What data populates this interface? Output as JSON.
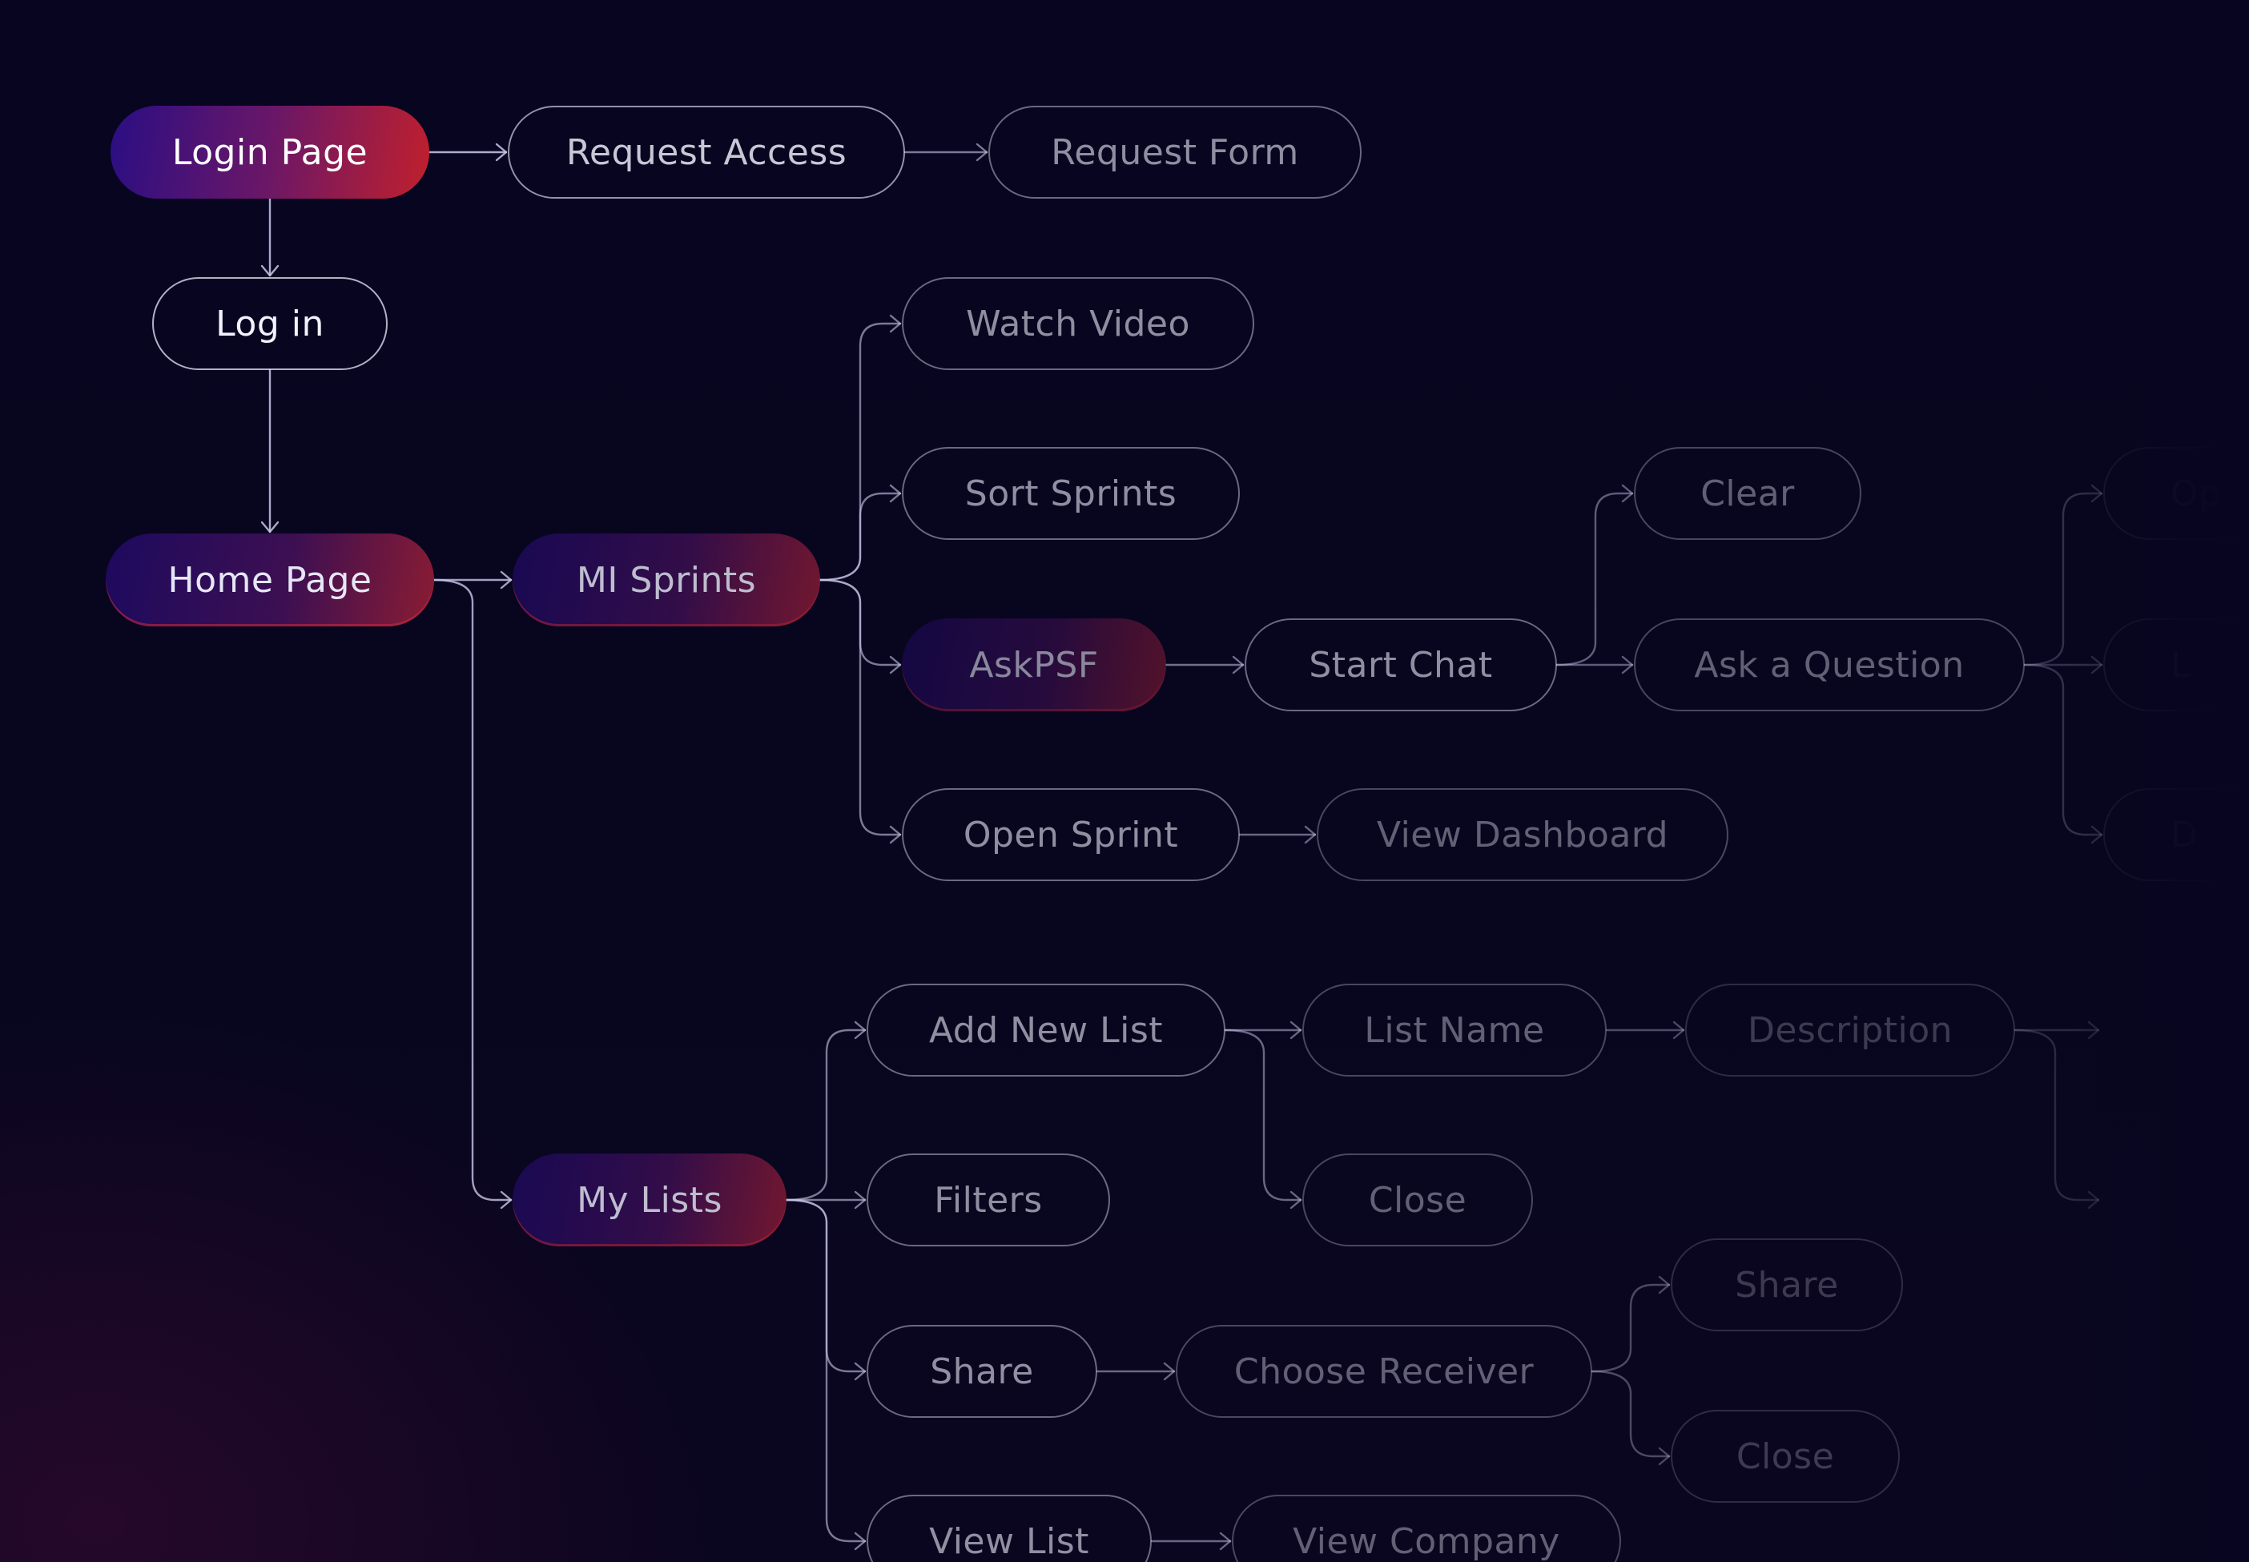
{
  "nodes": {
    "login_page": "Login Page",
    "request_access": "Request Access",
    "request_form": "Request Form",
    "log_in": "Log in",
    "home_page": "Home Page",
    "mi_sprints": "MI Sprints",
    "watch_video": "Watch Video",
    "sort_sprints": "Sort Sprints",
    "askpsf": "AskPSF",
    "start_chat": "Start Chat",
    "clear": "Clear",
    "ask_a_question": "Ask a Question",
    "open_sprint": "Open Sprint",
    "view_dashboard": "View Dashboard",
    "my_lists": "My Lists",
    "add_new_list": "Add New List",
    "list_name": "List Name",
    "description": "Description",
    "close_list": "Close",
    "filters": "Filters",
    "share": "Share",
    "choose_receiver": "Choose Receiver",
    "share_receiver": "Share",
    "close_receiver": "Close",
    "view_list": "View List",
    "view_company": "View Company",
    "offscreen_1": "Op",
    "offscreen_2": "L",
    "offscreen_3": "D"
  },
  "colors": {
    "background": "#07051f",
    "accent_red": "#c1202c",
    "accent_indigo": "#2a0e84",
    "edge": "#c8c8e8"
  }
}
